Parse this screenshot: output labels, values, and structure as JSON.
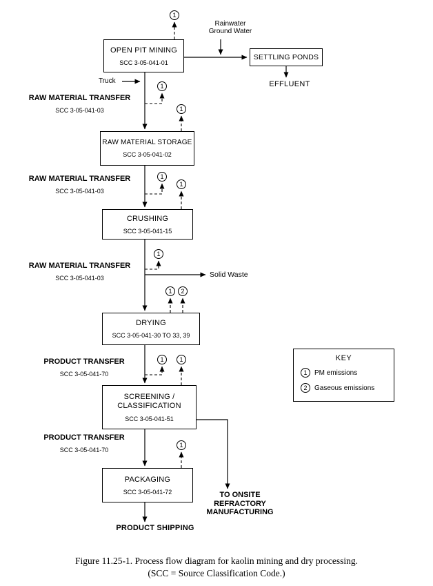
{
  "boxes": {
    "open_pit": {
      "title": "OPEN PIT MINING",
      "scc": "SCC 3-05-041-01"
    },
    "settling_ponds": {
      "title": "SETTLING PONDS"
    },
    "raw_storage": {
      "title": "RAW MATERIAL STORAGE",
      "scc": "SCC 3-05-041-02"
    },
    "crushing": {
      "title": "CRUSHING",
      "scc": "SCC 3-05-041-15"
    },
    "drying": {
      "title": "DRYING",
      "scc": "SCC 3-05-041-30 TO 33, 39"
    },
    "screening": {
      "title_line1": "SCREENING /",
      "title_line2": "CLASSIFICATION",
      "scc": "SCC 3-05-041-51"
    },
    "packaging": {
      "title": "PACKAGING",
      "scc": "SCC 3-05-041-72"
    }
  },
  "labels": {
    "rainwater_line1": "Rainwater",
    "rainwater_line2": "Ground Water",
    "effluent": "EFFLUENT",
    "truck": "Truck",
    "raw_material_transfer": "RAW MATERIAL TRANSFER",
    "raw_material_transfer_scc": "SCC 3-05-041-03",
    "solid_waste": "Solid Waste",
    "product_transfer": "PRODUCT TRANSFER",
    "product_transfer_scc": "SCC 3-05-041-70",
    "to_onsite_line1": "TO ONSITE",
    "to_onsite_line2": "REFRACTORY",
    "to_onsite_line3": "MANUFACTURING",
    "product_shipping": "PRODUCT SHIPPING"
  },
  "emission_points": [
    {
      "symbol": "1"
    },
    {
      "symbol": "1"
    },
    {
      "symbol": "1"
    },
    {
      "symbol": "1"
    },
    {
      "symbol": "1"
    },
    {
      "symbol": "1"
    },
    {
      "symbol": "1"
    },
    {
      "symbol": "2"
    },
    {
      "symbol": "1"
    },
    {
      "symbol": "1"
    },
    {
      "symbol": "1"
    }
  ],
  "key": {
    "title": "KEY",
    "items": [
      {
        "symbol": "1",
        "label": "PM emissions"
      },
      {
        "symbol": "2",
        "label": "Gaseous emissions"
      }
    ]
  },
  "caption": {
    "line1": "Figure 11.25-1.  Process flow diagram for kaolin mining and dry processing.",
    "line2": "(SCC = Source Classification Code.)"
  }
}
